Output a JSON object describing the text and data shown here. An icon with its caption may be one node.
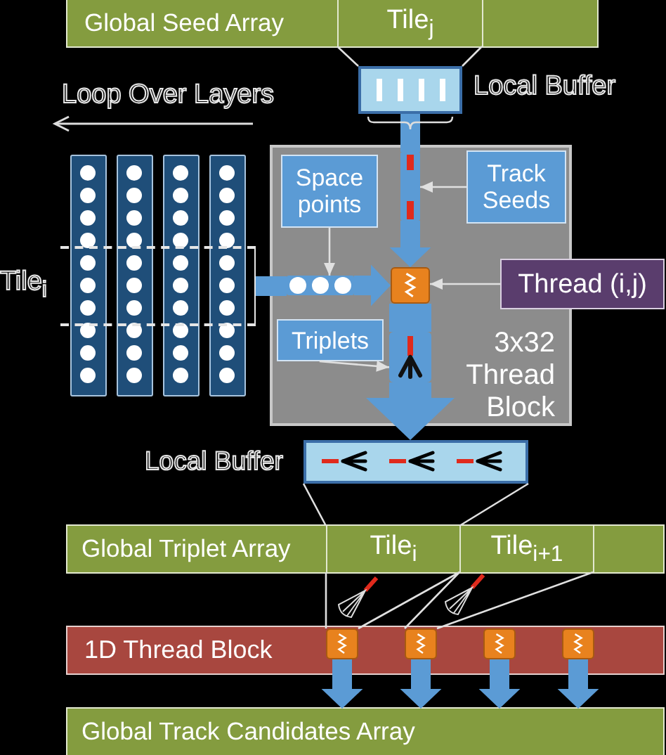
{
  "diagram": {
    "nodes": [
      {
        "text": [
          "Global Seed Array"
        ]
      },
      {
        "text": [
          "Tile$_{j}$"
        ],
        "in": 0
      },
      {
        "text": [],
        "shape": "box",
        "in": 0
      },
      {
        "text": [],
        "shape": "box",
        "beside": [
          "Local Buffer"
        ]
      },
      {
        "text": [],
        "shape": "bar"
      },
      {
        "text": [],
        "shape": "bar"
      },
      {
        "text": [],
        "shape": "bar"
      },
      {
        "text": [],
        "shape": "bar"
      },
      {
        "text": [],
        "shape": "box",
        "beside": [
          "Tile$_{i}$"
        ]
      },
      {
        "text": [
          "3x32 Thread Block"
        ]
      },
      {
        "text": [
          "Space points"
        ],
        "in": 9
      },
      {
        "text": [
          "Track Seeds"
        ],
        "in": 9
      },
      {
        "text": [],
        "shape": "bar",
        "in": 9
      },
      {
        "text": [],
        "shape": "bar",
        "in": 9
      },
      {
        "text": [],
        "shape": "picture",
        "in": 9
      },
      {
        "text": [
          "Thread (i,j)"
        ]
      },
      {
        "text": [
          "Triplets"
        ],
        "in": 9
      },
      {
        "text": [],
        "shape": "picture",
        "in": 9
      },
      {
        "text": [],
        "shape": "box",
        "beside": [
          "Local Buffer"
        ]
      },
      {
        "text": [
          "Global Triplet Array"
        ]
      },
      {
        "text": [
          "Tile$_{i}$"
        ],
        "in": 19
      },
      {
        "text": [
          "Tile$_{i+1}$"
        ],
        "in": 19
      },
      {
        "text": [],
        "shape": "box",
        "in": 19
      },
      {
        "text": [
          "1D Thread Block"
        ]
      },
      {
        "text": [],
        "shape": "picture",
        "in": 23
      },
      {
        "text": [],
        "shape": "picture",
        "in": 23
      },
      {
        "text": [],
        "shape": "picture",
        "in": 23
      },
      {
        "text": [],
        "shape": "picture",
        "in": 23
      },
      {
        "text": [
          "Global Track Candidates Array"
        ]
      }
    ],
    "edges": [
      {
        "from": 1,
        "to": 3,
        "arrow": "none"
      },
      {
        "from": 1,
        "to": 3,
        "arrow": "none"
      },
      {
        "from": 3,
        "to": 12,
        "arrow": "none",
        "style": "thick",
        "color": "#5b9bd5"
      },
      {
        "from": 12,
        "to": 14,
        "arrow": "to",
        "style": "thick",
        "color": "#5b9bd5"
      },
      {
        "from": 8,
        "to": 13,
        "arrow": "none",
        "style": "thick",
        "color": "#5b9bd5"
      },
      {
        "from": 13,
        "to": 14,
        "arrow": "to",
        "style": "thick",
        "color": "#5b9bd5"
      },
      {
        "from": 10,
        "to": 13,
        "arrow": "to"
      },
      {
        "from": 11,
        "to": 12,
        "arrow": "to"
      },
      {
        "from": 15,
        "to": 14,
        "arrow": "to"
      },
      {
        "from": 16,
        "to": 17,
        "arrow": "to"
      },
      {
        "from": 14,
        "to": 17,
        "arrow": "none",
        "style": "thick",
        "color": "#5b9bd5"
      },
      {
        "from": 17,
        "to": 18,
        "arrow": "to",
        "style": "thick",
        "color": "#5b9bd5"
      },
      {
        "from": 18,
        "to": 20,
        "arrow": "none"
      },
      {
        "from": 18,
        "to": 20,
        "arrow": "none"
      },
      {
        "from": 20,
        "to": 24,
        "arrow": "none"
      },
      {
        "from": 20,
        "to": 24,
        "arrow": "none"
      },
      {
        "from": 21,
        "to": 25,
        "arrow": "none"
      },
      {
        "from": 21,
        "to": 25,
        "arrow": "none"
      },
      {
        "from": 24,
        "to": 28,
        "arrow": "to",
        "style": "thick",
        "color": "#5b9bd5"
      },
      {
        "from": 25,
        "to": 28,
        "arrow": "to",
        "style": "thick",
        "color": "#5b9bd5"
      },
      {
        "from": 26,
        "to": 28,
        "arrow": "to",
        "style": "thick",
        "color": "#5b9bd5"
      },
      {
        "from": 27,
        "to": 28,
        "arrow": "to",
        "style": "thick",
        "color": "#5b9bd5"
      }
    ],
    "labels": [
      "Loop Over Layers"
    ]
  }
}
